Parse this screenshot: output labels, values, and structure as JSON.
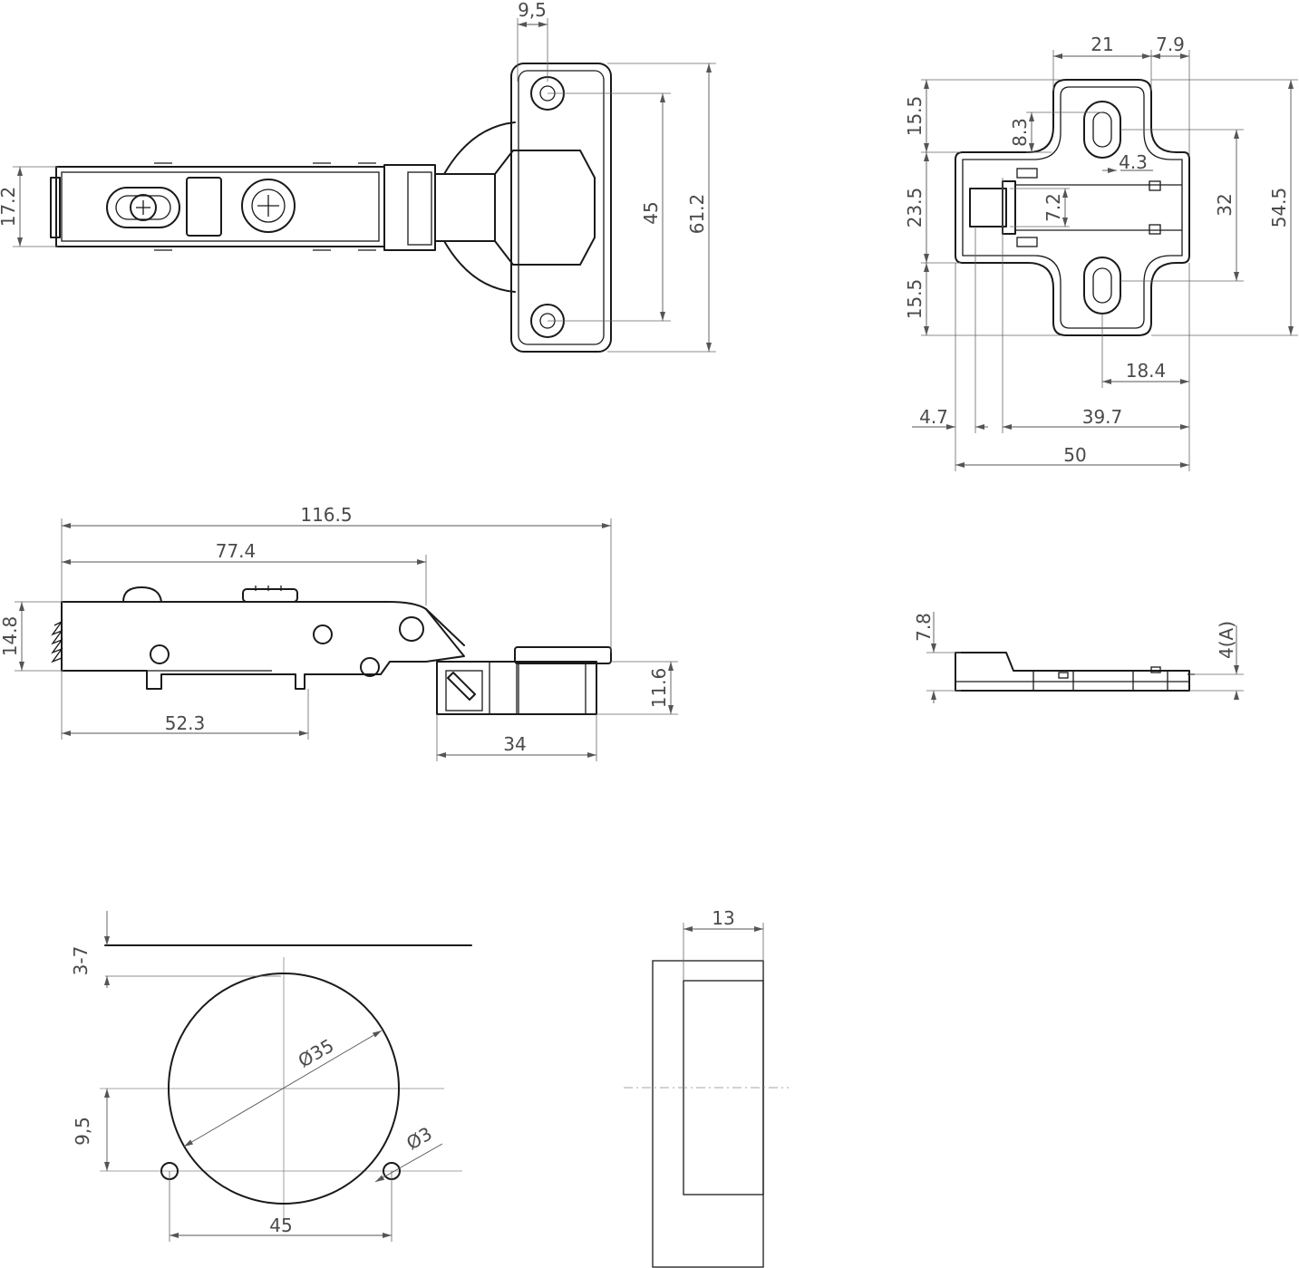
{
  "top_view": {
    "dims": {
      "d9_5_top": "9,5",
      "d17_2": "17.2",
      "d45": "45",
      "d61_2": "61.2"
    }
  },
  "plate_view": {
    "dims": {
      "d21": "21",
      "d7_9": "7.9",
      "d15_5_top": "15.5",
      "d8_3": "8.3",
      "d4_3": "4.3",
      "d23_5": "23.5",
      "d7_2": "7.2",
      "d32": "32",
      "d54_5": "54.5",
      "d15_5_bottom": "15.5",
      "d18_4": "18.4",
      "d4_7": "4.7",
      "d39_7": "39.7",
      "d50": "50"
    }
  },
  "side_view": {
    "dims": {
      "d116_5": "116.5",
      "d77_4": "77.4",
      "d14_8": "14.8",
      "d11_6": "11.6",
      "d52_3": "52.3",
      "d34": "34"
    }
  },
  "plate_side_view": {
    "dims": {
      "d7_8": "7.8",
      "d4A": "4(A)"
    }
  },
  "drilling_view": {
    "dims": {
      "d3_7": "3-7",
      "d35": "Ø35",
      "d9_5": "9,5",
      "d3": "Ø3",
      "d45": "45"
    }
  },
  "door_section": {
    "dims": {
      "d13": "13"
    }
  }
}
